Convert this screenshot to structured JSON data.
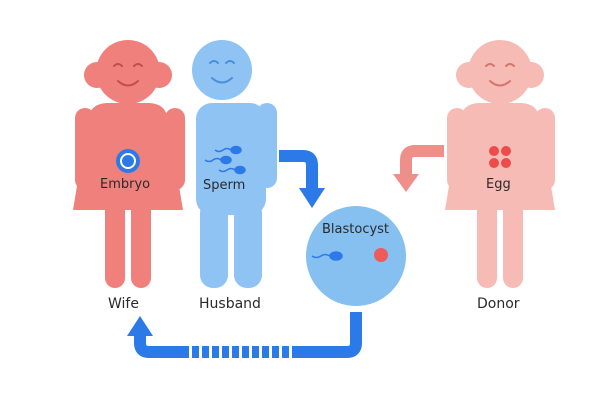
{
  "people": {
    "wife": {
      "caption": "Wife",
      "inner_label": "Embryo"
    },
    "husband": {
      "caption": "Husband",
      "inner_label": "Sperm"
    },
    "donor": {
      "caption": "Donor",
      "inner_label": "Egg"
    }
  },
  "blastocyst": {
    "label": "Blastocyst"
  },
  "colors": {
    "wife": "#f0807c",
    "husband": "#8ec3f4",
    "donor": "#f7bbb6",
    "blastocyst": "#86c0f1",
    "arrow_blue": "#2c7ae8",
    "arrow_pink": "#ef8f8a",
    "egg_cell": "#ee4b4b",
    "embryo_ring": "#2c7ae8",
    "sperm": "#2c7ae8"
  }
}
